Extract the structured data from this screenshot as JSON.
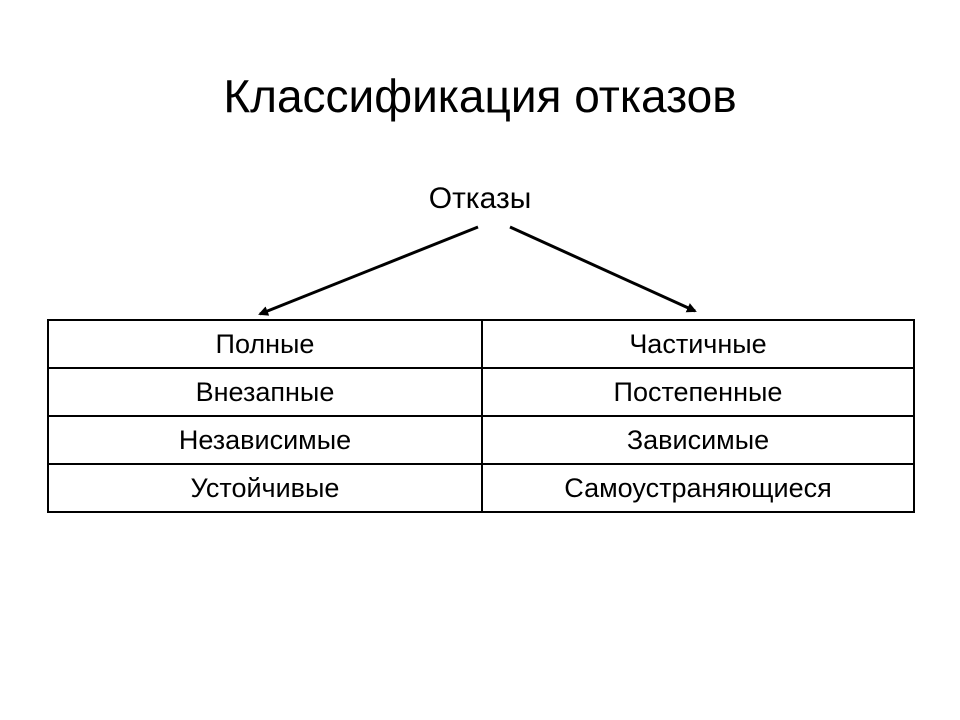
{
  "slide": {
    "title": "Классификация отказов",
    "root_label": "Отказы"
  },
  "classification": {
    "rows": [
      {
        "left": "Полные",
        "right": "Частичные"
      },
      {
        "left": "Внезапные",
        "right": "Постепенные"
      },
      {
        "left": "Независимые",
        "right": "Зависимые"
      },
      {
        "left": "Устойчивые",
        "right": "Самоустраняющиеся"
      }
    ]
  }
}
